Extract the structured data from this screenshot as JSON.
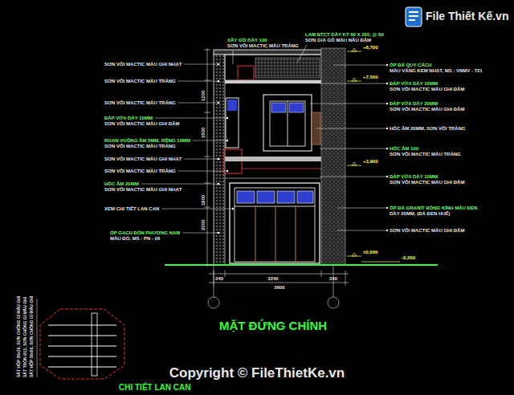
{
  "diagram": {
    "title": "MẶT ĐỨNG CHÍNH",
    "labels": [
      "XÂY GỜ DÀY 100",
      "SƠN VÔI MACTIC MÀU TRẮNG",
      "LAM BTCT DÀY KT 60 X 200, @ 80",
      "SƠN GIẢ GỖ MÀU NÂU ĐẬM",
      "SƠN VÔI MACTIC MÀU GHI NHẠT",
      "SƠN VÔI MACTIC MÀU TRẮNG",
      "SƠN VÔI MACTIC MÀU TRẮNG",
      "ĐẮP VỮA DÀY 10MM",
      "SƠN VÔI MACTIC MÀU GHI ĐẬM",
      "ROAN VUÔNG ÂM 5MM, RỘNG 10MM",
      "SƠN VÔI MACTIC MÀU TRẮNG",
      "SƠN VÔI MACTIC MÀU GHI NHẠT",
      "SƠN VÔI MACTIC MÀU TRẮNG",
      "HỐC ÂM 20MM",
      "SƠN VÔI MACTIC MÀU GHI NHẠT",
      "XEM CHI TIẾT LAN CAN",
      "ỐP GẠCH ĐỒN PHƯƠNG NAM",
      "MÀU ĐỎ, MS : PN - 06",
      "+8,700",
      "ỐP ĐÁ QUY CÁCH",
      "MÀU VÀNG KEM NHẠT, MS : VNMV - 721",
      "+7,500",
      "ĐẮP VỮA DÀY 10MM",
      "SƠN VÔI MACTIC MÀU GHI ĐẬM",
      "ĐẮP VỮA DÀY 20MM",
      "SƠN VÔI MACTIC MÀU GHI ĐẬM",
      "HỐC ÂM 20MM, SƠN VÔI TRẮNG",
      "HỐC ÂM 100",
      "SƠN VÔI MACTIC MÀU TRẮNG",
      "+3,900",
      "ĐẮP VỮA DÀY 10MM",
      "SƠN VÔI MACTIC MÀU GHI ĐẬM",
      "ỐP ĐÁ GRANIT BÓNG KÍNH MÀU ĐEN",
      "DÀY 20MM, (ĐÁ ĐEN HUẾ)",
      "SƠN VÔI MACTIC MÀU GHI ĐẬM",
      "±0,000",
      "-0,200",
      "240",
      "3240",
      "240",
      "3600",
      "1200",
      "1500",
      "1600",
      "2000",
      "SẮT HỘP 20x20, SƠN CHỐNG GỈ MÀU GHI",
      "SẮT TRÒN Ø12, SƠN CHỐNG GỈ MÀU GHI",
      "SẮT HỘP 30x60, SƠN CHỐNG GỈ MÀU GHI",
      "CHI TIẾT LAN CAN",
      "Copyright © FileThietKe.vn",
      "File Thiết Kế.vn"
    ]
  }
}
